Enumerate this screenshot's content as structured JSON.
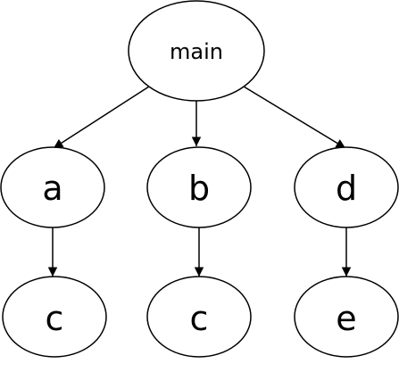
{
  "nodes": {
    "main": {
      "label": "main"
    },
    "a": {
      "label": "a"
    },
    "b": {
      "label": "b"
    },
    "d": {
      "label": "d"
    },
    "c1": {
      "label": "c"
    },
    "c2": {
      "label": "c"
    },
    "e": {
      "label": "e"
    }
  },
  "edges": [
    {
      "from": "main",
      "to": "a"
    },
    {
      "from": "main",
      "to": "b"
    },
    {
      "from": "main",
      "to": "d"
    },
    {
      "from": "a",
      "to": "c1"
    },
    {
      "from": "b",
      "to": "c2"
    },
    {
      "from": "d",
      "to": "e"
    }
  ],
  "colors": {
    "stroke": "#000000",
    "fill": "#ffffff",
    "text": "#000000"
  }
}
